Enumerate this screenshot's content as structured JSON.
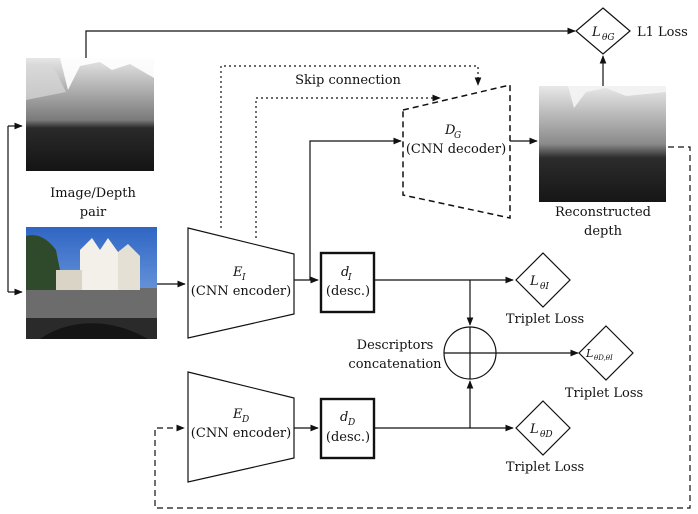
{
  "image_depth_label": "Image/Depth",
  "image_depth_label2": "pair",
  "skip_connection": "Skip connection",
  "reconstructed_label1": "Reconstructed",
  "reconstructed_label2": "depth",
  "l1_loss": "L1 Loss",
  "loss_G": {
    "main": "L",
    "sub": "θG"
  },
  "decoder": {
    "name_main": "D",
    "name_sub": "G",
    "desc": "(CNN decoder)"
  },
  "encoder_image": {
    "name_main": "E",
    "name_sub": "I",
    "desc": "(CNN encoder)"
  },
  "encoder_depth": {
    "name_main": "E",
    "name_sub": "D",
    "desc": "(CNN encoder)"
  },
  "desc_image": {
    "name_main": "d",
    "name_sub": "I",
    "desc": "(desc.)"
  },
  "desc_depth": {
    "name_main": "d",
    "name_sub": "D",
    "desc": "(desc.)"
  },
  "loss_I": {
    "main": "L",
    "sub": "θI",
    "caption": "Triplet Loss"
  },
  "loss_DI": {
    "main": "L",
    "sub": "θD,θI",
    "caption": "Triplet Loss"
  },
  "loss_D": {
    "main": "L",
    "sub": "θD",
    "caption": "Triplet Loss"
  },
  "concat_label1": "Descriptors",
  "concat_label2": "concatenation",
  "colors": {
    "line": "#111111",
    "depth_dark": "#1a1a1a",
    "depth_light": "#cfcfcf",
    "sky": "#4a7fd0"
  }
}
